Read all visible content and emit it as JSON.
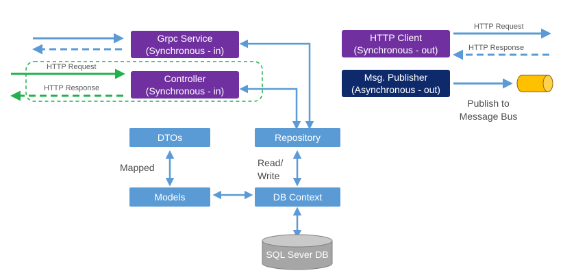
{
  "services": {
    "grpc": {
      "title": "Grpc Service",
      "subtitle": "(Synchronous - in)"
    },
    "controller": {
      "title": "Controller",
      "subtitle": "(Synchronous - in)"
    },
    "http_client": {
      "title": "HTTP Client",
      "subtitle": "(Synchronous - out)"
    },
    "publisher": {
      "title": "Msg. Publisher",
      "subtitle": "(Asynchronous - out)"
    }
  },
  "components": {
    "dtos": "DTOs",
    "repository": "Repository",
    "models": "Models",
    "db_context": "DB Context",
    "database": "SQL Sever DB"
  },
  "labels": {
    "controller_request": "HTTP Request",
    "controller_response": "HTTP Response",
    "client_request": "HTTP Request",
    "client_response": "HTTP Response",
    "mapped": "Mapped",
    "read_write_1": "Read/",
    "read_write_2": "Write",
    "publish_1": "Publish to",
    "publish_2": "Message Bus"
  },
  "colors": {
    "service_box": "#7030a0",
    "publisher_box": "#0e2a6b",
    "component_box": "#5b9bd5",
    "arrow": "#5b9bd5",
    "controller_boundary": "#22b14c",
    "message_bus": "#ffc000"
  }
}
